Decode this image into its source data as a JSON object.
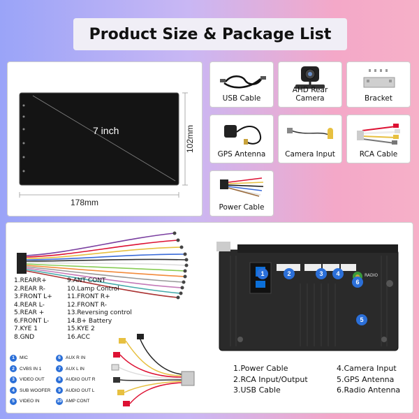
{
  "title": "Product Size & Package List",
  "screen": {
    "size_label": "7 inch",
    "width_label": "178mm",
    "height_label": "102mm"
  },
  "package_items": [
    {
      "label": "USB Cable",
      "icon": "usb-cable-icon"
    },
    {
      "label": "AHD Rear Camera",
      "icon": "rear-camera-icon"
    },
    {
      "label": "Bracket",
      "icon": "bracket-icon"
    },
    {
      "label": "GPS Antenna",
      "icon": "gps-antenna-icon"
    },
    {
      "label": "Camera Input",
      "icon": "camera-input-cable-icon"
    },
    {
      "label": "RCA Cable",
      "icon": "rca-cable-icon"
    },
    {
      "label": "Power Cable",
      "icon": "power-cable-icon"
    }
  ],
  "wiring": {
    "left_column": [
      "1.REARR+",
      "2.REAR R-",
      "3.FRONT L+",
      "4.REAR L-",
      "5.REAR +",
      "6.FRONT L-",
      "7.KYE 1",
      "8.GND"
    ],
    "right_column": [
      "9.ANT CONT",
      "10.Lamp Control",
      "11.FRONT R+",
      "12.FRONT R-",
      "13.Reversing control",
      "14.B+ Battery",
      "15.KYE 2",
      "16.ACC"
    ]
  },
  "rca_legend": {
    "left": [
      {
        "num": "1",
        "label": "MIC"
      },
      {
        "num": "2",
        "label": "CVBS IN 1"
      },
      {
        "num": "3",
        "label": "VIDEO OUT"
      },
      {
        "num": "4",
        "label": "SUB WOOFER"
      },
      {
        "num": "5",
        "label": "VIDEO IN"
      }
    ],
    "right": [
      {
        "num": "6",
        "label": "AUX R IN"
      },
      {
        "num": "7",
        "label": "AUX L IN"
      },
      {
        "num": "8",
        "label": "AUDIO OUT R"
      },
      {
        "num": "9",
        "label": "AUDIO OUT L"
      },
      {
        "num": "10",
        "label": "AMP CONT"
      }
    ]
  },
  "rear_panel": {
    "radio_label": "RADIO",
    "ports": [
      {
        "num": "1",
        "label": "1.Power Cable"
      },
      {
        "num": "2",
        "label": "2.RCA Input/Output"
      },
      {
        "num": "3",
        "label": "3.USB Cable"
      },
      {
        "num": "4",
        "label": "4.Camera Input"
      },
      {
        "num": "5",
        "label": "5.GPS Antenna"
      },
      {
        "num": "6",
        "label": "6.Radio Antenna"
      }
    ]
  },
  "colors": {
    "accent_blue": "#2b6fd8",
    "gradient_left": "#9aa4f8",
    "gradient_right": "#f6b0c8"
  }
}
